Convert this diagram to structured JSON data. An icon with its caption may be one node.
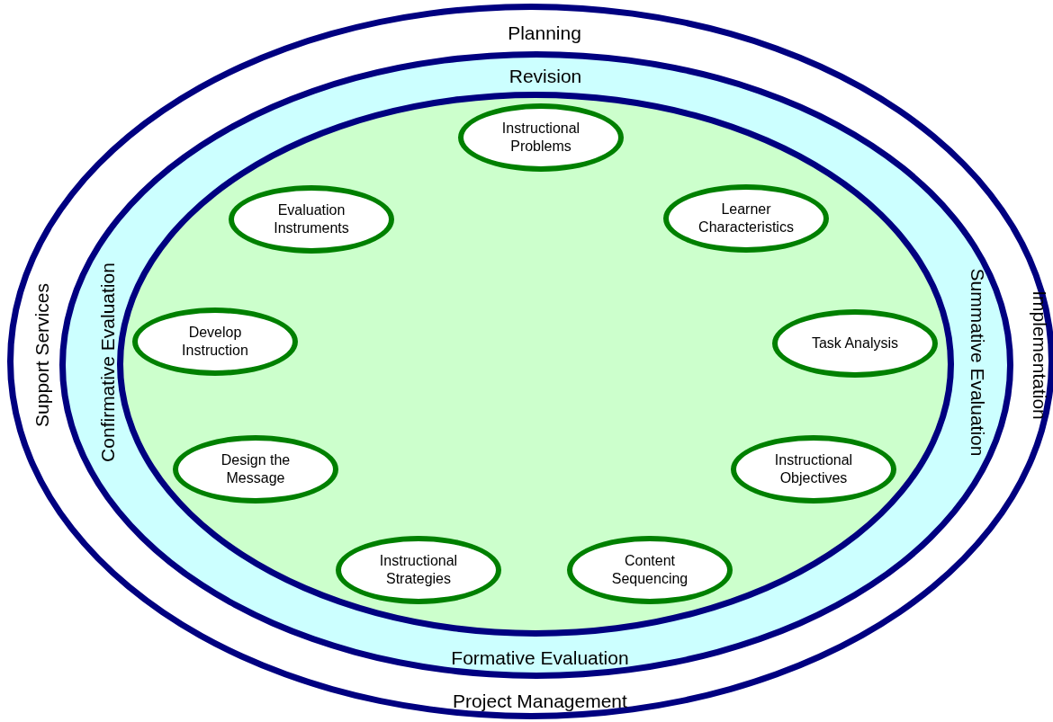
{
  "diagram": {
    "nodes": [
      {
        "text": [
          "Planning",
          "Support Services",
          "Implementation",
          "Project Management"
        ]
      },
      {
        "text": [
          "Revision",
          "Confirmative Evaluation",
          "Summative Evaluation",
          "Formative Evaluation"
        ],
        "in": 0
      },
      {
        "text": [],
        "shape": "ellipse",
        "in": 1
      },
      {
        "text": [
          "Instructional Problems"
        ],
        "in": 2
      },
      {
        "text": [
          "Learner Characteristics"
        ],
        "in": 2
      },
      {
        "text": [
          "Task Analysis"
        ],
        "in": 2
      },
      {
        "text": [
          "Instructional Objectives"
        ],
        "in": 2
      },
      {
        "text": [
          "Content Sequencing"
        ],
        "in": 2
      },
      {
        "text": [
          "Instructional Strategies"
        ],
        "in": 2
      },
      {
        "text": [
          "Design the Message"
        ],
        "in": 2
      },
      {
        "text": [
          "Develop Instruction"
        ],
        "in": 2
      },
      {
        "text": [
          "Evaluation Instruments"
        ],
        "in": 2
      }
    ]
  }
}
